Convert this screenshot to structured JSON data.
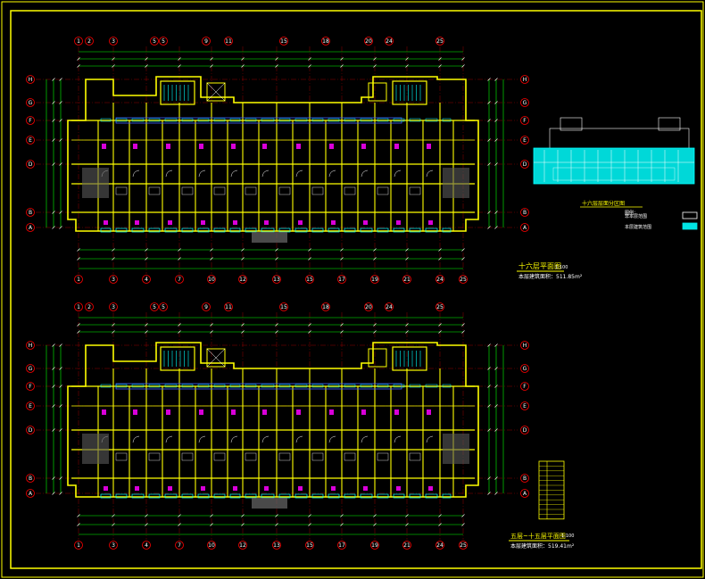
{
  "plans": [
    {
      "id": "upper",
      "grid_top": [
        "1",
        "2",
        "3",
        "5",
        "5",
        "9",
        "11",
        "15",
        "18",
        "20",
        "24",
        "25"
      ],
      "grid_bottom": [
        "1",
        "3",
        "4",
        "7",
        "10",
        "12",
        "13",
        "15",
        "17",
        "19",
        "21",
        "24",
        "25"
      ],
      "rows": [
        "H",
        "G",
        "F",
        "E",
        "D",
        "B",
        "A"
      ],
      "title": "十六层平面图",
      "scale": "1:100",
      "area": "本层建筑面积：511.85m²"
    },
    {
      "id": "lower",
      "grid_top": [
        "1",
        "2",
        "3",
        "5",
        "5",
        "9",
        "11",
        "15",
        "18",
        "20",
        "24",
        "25"
      ],
      "grid_bottom": [
        "1",
        "3",
        "4",
        "7",
        "10",
        "12",
        "13",
        "15",
        "17",
        "19",
        "21",
        "24",
        "25"
      ],
      "rows": [
        "H",
        "G",
        "F",
        "E",
        "D",
        "B",
        "A"
      ],
      "title": "五层~十五层平面图",
      "scale": "1:100",
      "area": "本层建筑面积：519.41m²"
    }
  ],
  "key_plan": {
    "title": "十六层层面分区图",
    "legend_heading": "图例：",
    "legend": [
      {
        "label": "非本层范围",
        "color": "#ffffff"
      },
      {
        "label": "本层建筑范围",
        "color": "#00e5e5"
      }
    ]
  },
  "colors": {
    "wall": "#ffff00",
    "axis": "#ff0000",
    "dim": "#00ff00",
    "window": "#00ffff",
    "accent": "#ff00ff",
    "frame": "#ffff00"
  }
}
